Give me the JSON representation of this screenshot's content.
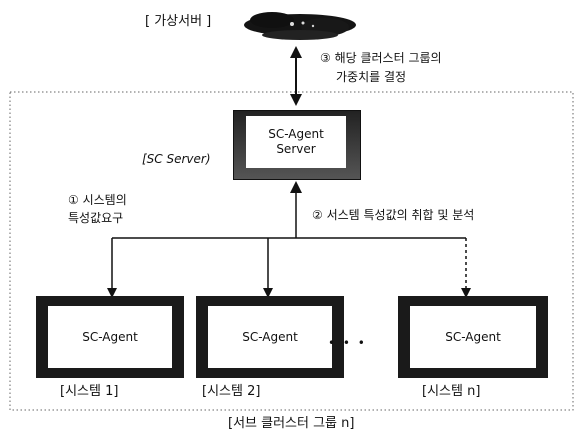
{
  "virtual_server": {
    "label": "[ 가상서버 ]"
  },
  "step3": {
    "line1": "③ 해당 클러스터 그룹의",
    "line2": "가중치를 결정"
  },
  "server": {
    "tag": "[SC Server)",
    "line1": "SC-Agent",
    "line2": "Server"
  },
  "step1": {
    "line1": "① 시스템의",
    "line2": "특성값요구"
  },
  "step2": {
    "text": "② 서스템 특성값의 취합 및 분석"
  },
  "agents": [
    {
      "name": "SC-Agent",
      "system": "[시스템 1]"
    },
    {
      "name": "SC-Agent",
      "system": "[시스템 2]"
    },
    {
      "name": "SC-Agent",
      "system": "[시스템 n]"
    }
  ],
  "ellipsis": "• • •",
  "group_label": "[서브 클러스터 그룹 n]"
}
